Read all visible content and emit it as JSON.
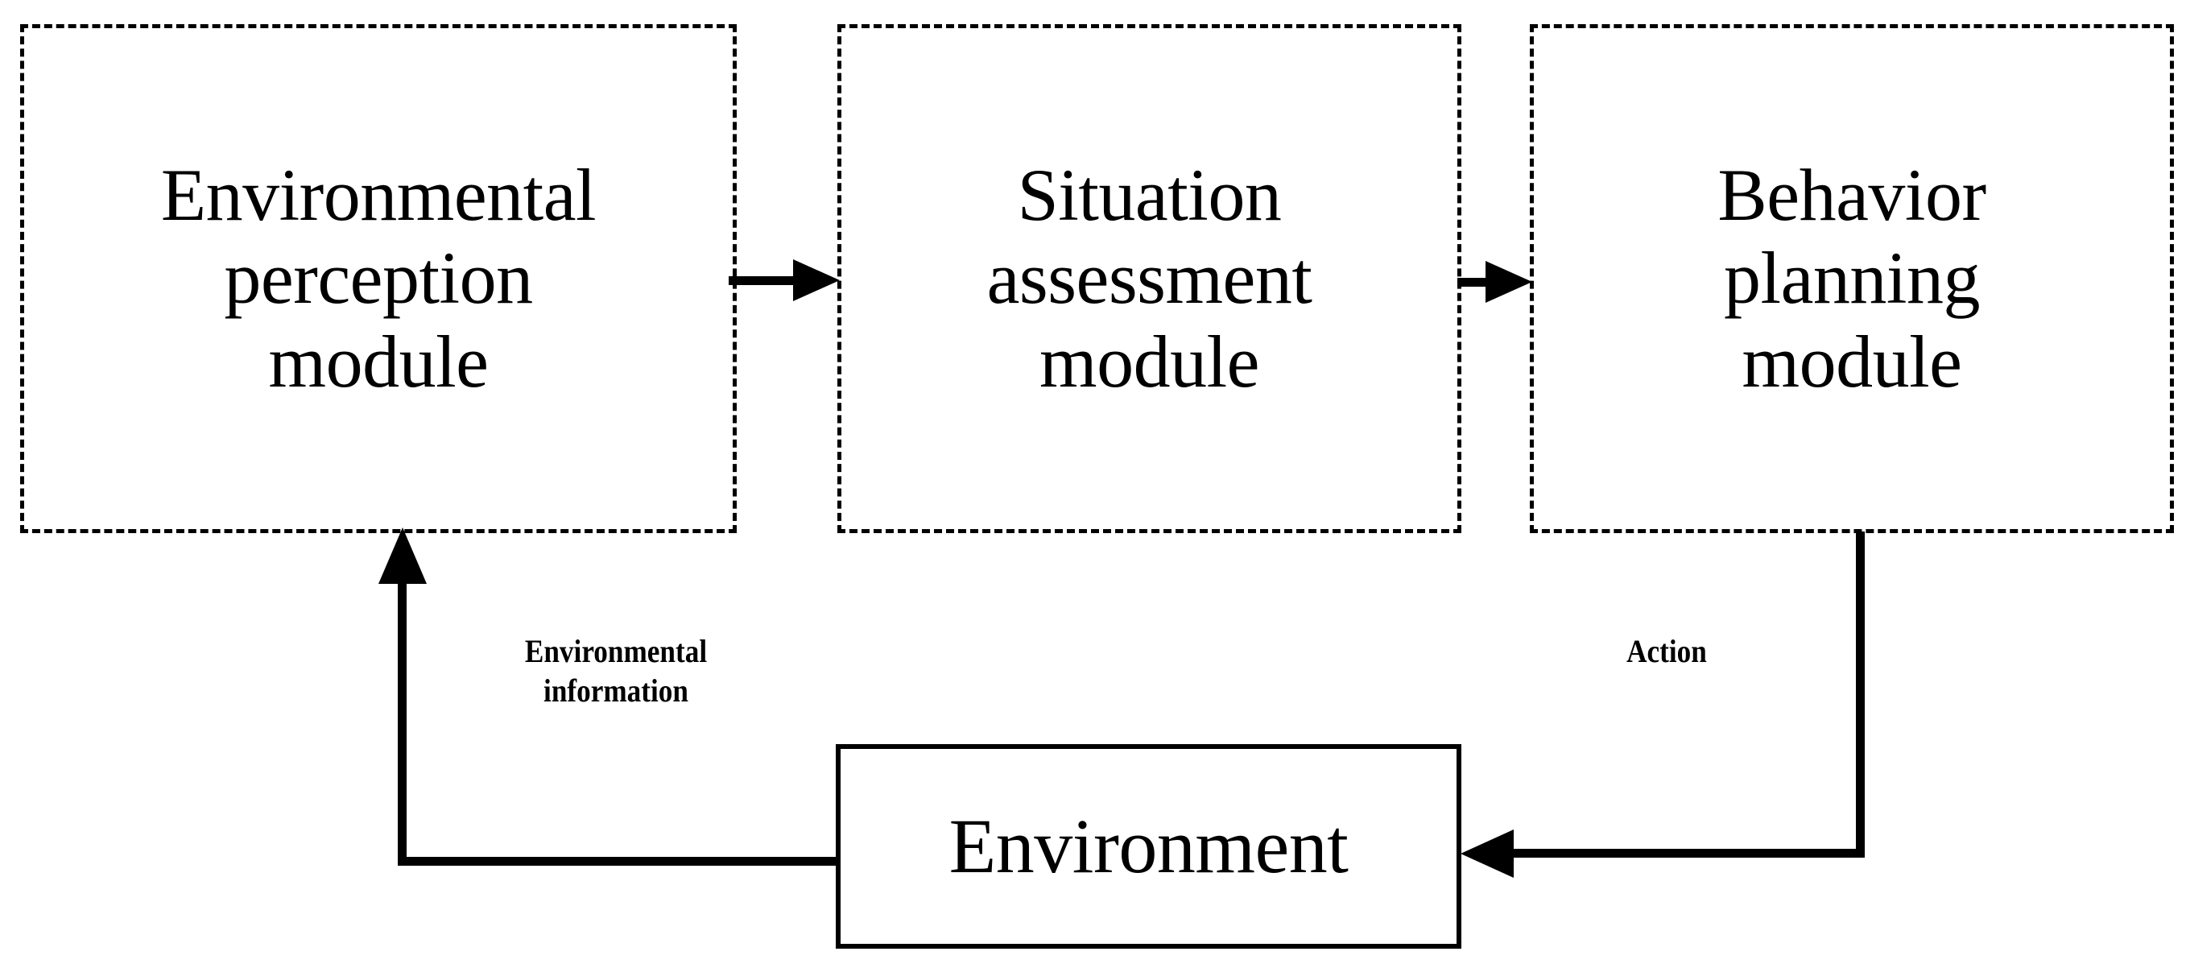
{
  "diagram": {
    "type": "block-flow-diagram",
    "background_color": "#ffffff",
    "stroke_color": "#000000",
    "modules": [
      {
        "id": "environmental-perception-module",
        "lines": [
          "Environmental",
          "perception",
          "module"
        ],
        "border_style": "dashed"
      },
      {
        "id": "situation-assessment-module",
        "lines": [
          "Situation",
          "assessment",
          "module"
        ],
        "border_style": "dashed"
      },
      {
        "id": "behavior-planning-module",
        "lines": [
          "Behavior",
          "planning",
          "module"
        ],
        "border_style": "dashed"
      }
    ],
    "environment": {
      "id": "environment-block",
      "label": "Environment",
      "border_style": "solid"
    },
    "edge_labels": {
      "environmental_information": "Environmental\ninformation",
      "action": "Action"
    },
    "connections": [
      {
        "from": "environmental-perception-module",
        "to": "situation-assessment-module",
        "label": "",
        "direction": "right"
      },
      {
        "from": "situation-assessment-module",
        "to": "behavior-planning-module",
        "label": "",
        "direction": "right"
      },
      {
        "from": "behavior-planning-module",
        "to": "environment-block",
        "label": "Action",
        "direction": "down-left"
      },
      {
        "from": "environment-block",
        "to": "environmental-perception-module",
        "label": "Environmental information",
        "direction": "left-up"
      }
    ]
  }
}
